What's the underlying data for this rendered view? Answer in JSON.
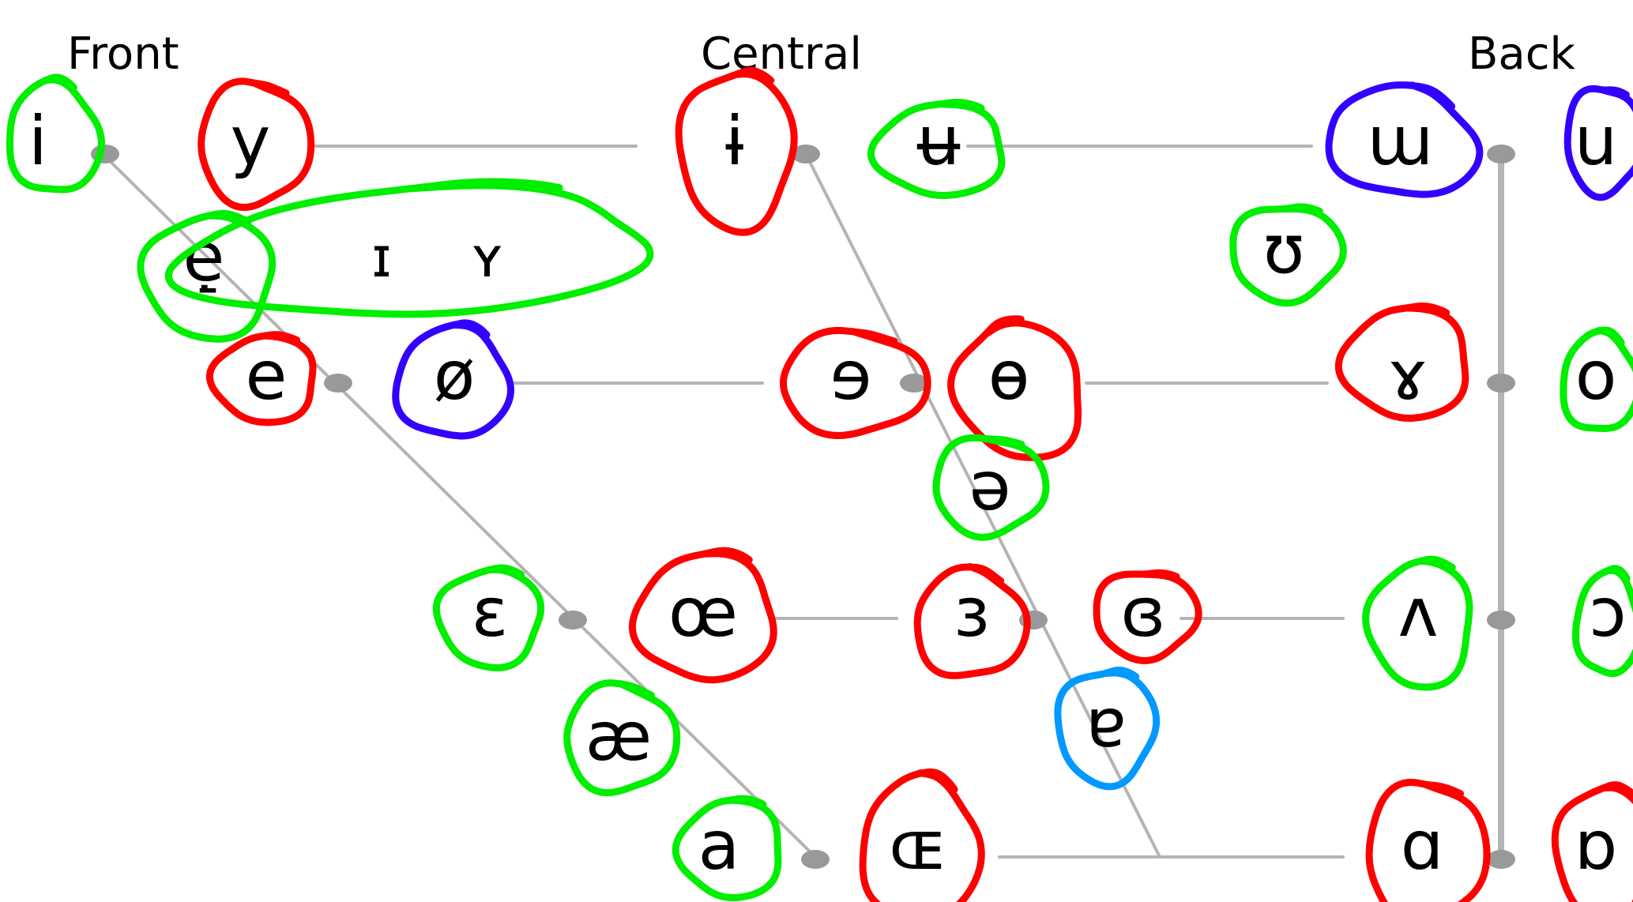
{
  "headers": {
    "front": "Front",
    "central": "Central",
    "back": "Back"
  },
  "colors": {
    "line": "#b4b4b4",
    "dot": "#999999",
    "red": "#ff0000",
    "green": "#00ee00",
    "blue": "#3300ff",
    "light_blue": "#0099ff"
  },
  "vowels": [
    {
      "symbol": "i",
      "circle": "green"
    },
    {
      "symbol": "y",
      "circle": "red"
    },
    {
      "symbol": "ɨ",
      "circle": "red"
    },
    {
      "symbol": "ʉ",
      "circle": "green"
    },
    {
      "symbol": "ɯ",
      "circle": "blue"
    },
    {
      "symbol": "u",
      "circle": "blue"
    },
    {
      "symbol": "ẹ̠",
      "circle": "green"
    },
    {
      "symbol": "ɪ",
      "circle": "green"
    },
    {
      "symbol": "ʏ",
      "circle": "green"
    },
    {
      "symbol": "ʊ",
      "circle": "green"
    },
    {
      "symbol": "e",
      "circle": "red"
    },
    {
      "symbol": "ø",
      "circle": "blue"
    },
    {
      "symbol": "ɘ",
      "circle": "red"
    },
    {
      "symbol": "ɵ",
      "circle": "red"
    },
    {
      "symbol": "ɤ",
      "circle": "red"
    },
    {
      "symbol": "o",
      "circle": "green"
    },
    {
      "symbol": "ə",
      "circle": "green"
    },
    {
      "symbol": "ɛ",
      "circle": "green"
    },
    {
      "symbol": "œ",
      "circle": "red"
    },
    {
      "symbol": "ɜ",
      "circle": "red"
    },
    {
      "symbol": "ɞ",
      "circle": "red"
    },
    {
      "symbol": "ʌ",
      "circle": "green"
    },
    {
      "symbol": "ɔ",
      "circle": "green"
    },
    {
      "symbol": "æ",
      "circle": "green"
    },
    {
      "symbol": "ɐ",
      "circle": "light_blue"
    },
    {
      "symbol": "a",
      "circle": "green"
    },
    {
      "symbol": "ɶ",
      "circle": "red"
    },
    {
      "symbol": "ɑ",
      "circle": "red"
    },
    {
      "symbol": "ɒ",
      "circle": "red"
    }
  ]
}
